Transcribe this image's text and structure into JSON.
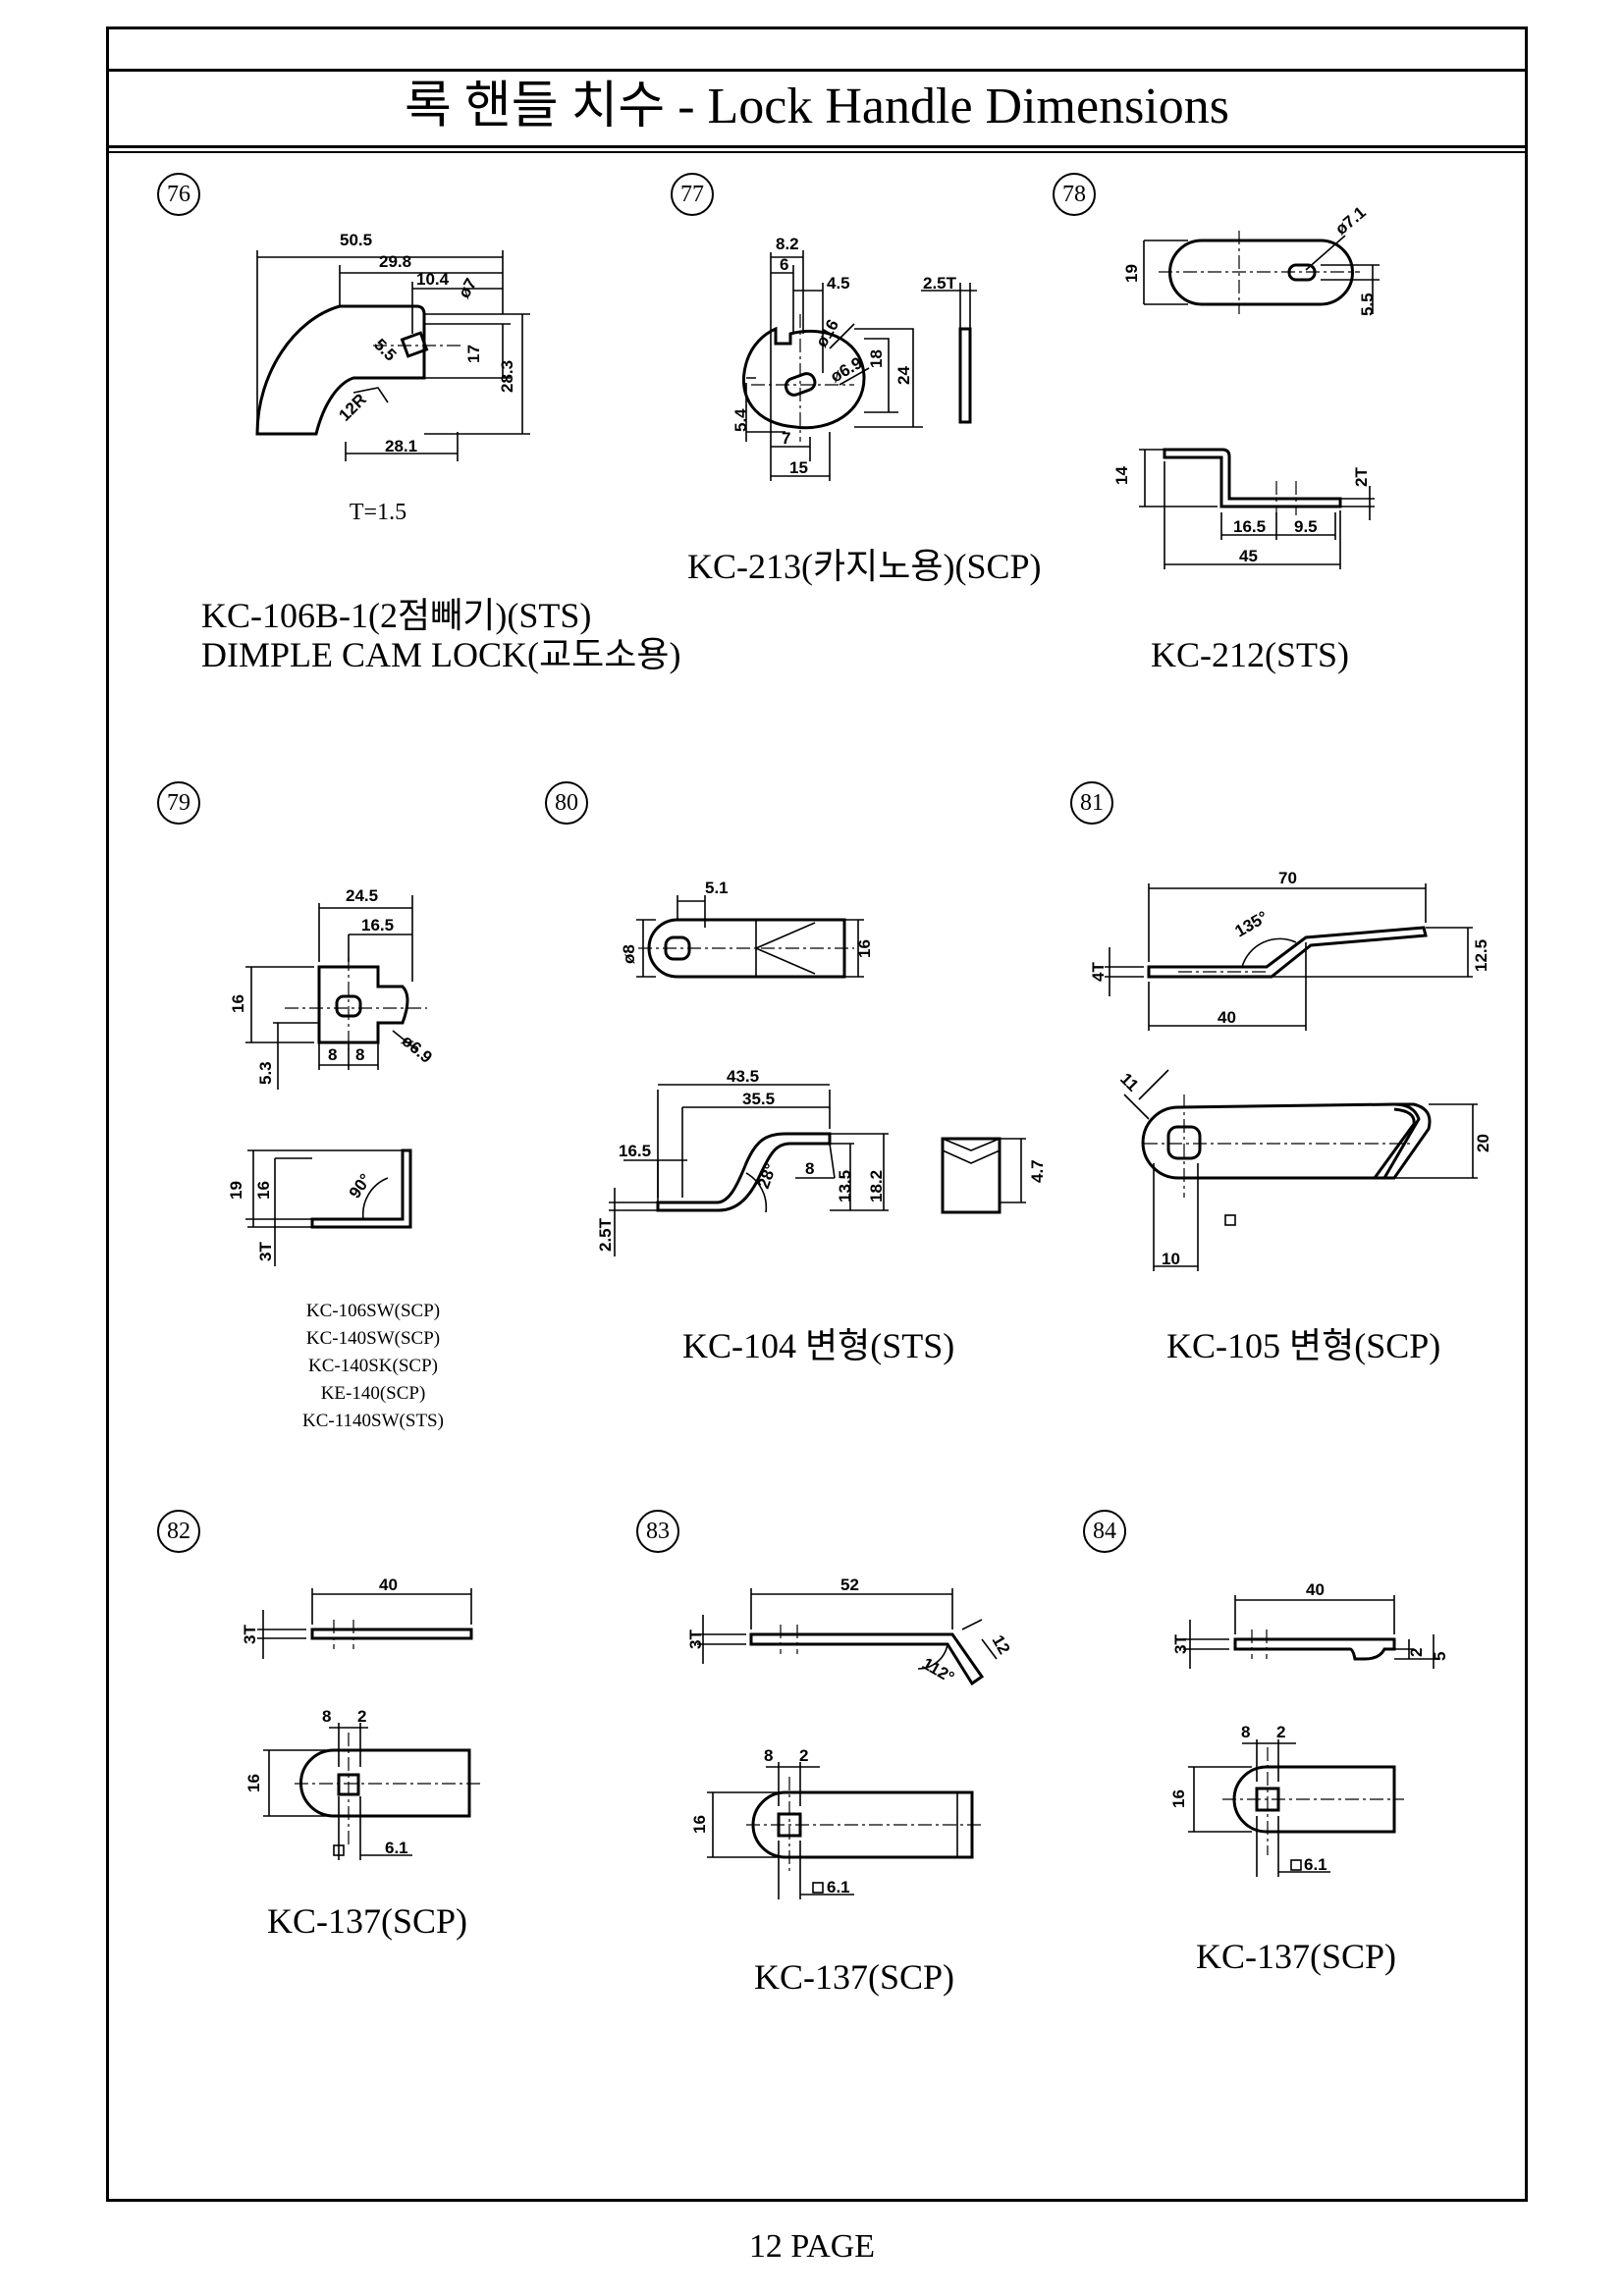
{
  "title": "록 핸들 치수 - Lock Handle Dimensions",
  "footer": "12 PAGE",
  "items": [
    {
      "num": "76",
      "caption": "KC-106B-1(2점빼기)(STS)",
      "caption2": "DIMPLE CAM LOCK(교도소용)",
      "note": "T=1.5",
      "dims": [
        "50.5",
        "29.8",
        "10.4",
        "ø7",
        "5.5",
        "17",
        "28.3",
        "12R",
        "28.1"
      ]
    },
    {
      "num": "77",
      "caption": "KC-213(카지노용)(SCP)",
      "dims": [
        "8.2",
        "6",
        "4.5",
        "2.5T",
        "ø16",
        "ø6.9",
        "18",
        "24",
        "5.4",
        "7",
        "15"
      ]
    },
    {
      "num": "78",
      "caption": "KC-212(STS)",
      "dims": [
        "19",
        "ø7.1",
        "5.5",
        "14",
        "2T",
        "16.5",
        "9.5",
        "45"
      ]
    },
    {
      "num": "79",
      "caption_lines": [
        "KC-106SW(SCP)",
        "KC-140SW(SCP)",
        "KC-140SK(SCP)",
        "KE-140(SCP)",
        "KC-1140SW(STS)"
      ],
      "dims": [
        "24.5",
        "16.5",
        "16",
        "ø6.9",
        "8",
        "8",
        "5.3",
        "19",
        "16",
        "90°",
        "3T"
      ]
    },
    {
      "num": "80",
      "caption": "KC-104 변형(STS)",
      "dims": [
        "5.1",
        "ø8",
        "16",
        "43.5",
        "35.5",
        "16.5",
        "8",
        "13.5",
        "18.2",
        "4.7",
        "2.5T",
        "28°"
      ]
    },
    {
      "num": "81",
      "caption": "KC-105 변형(SCP)",
      "dims": [
        "70",
        "135°",
        "4T",
        "12.5",
        "40",
        "11",
        "20",
        "10"
      ]
    },
    {
      "num": "82",
      "caption": "KC-137(SCP)",
      "dims": [
        "3T",
        "40",
        "8",
        "2",
        "16",
        "6.1"
      ]
    },
    {
      "num": "83",
      "caption": "KC-137(SCP)",
      "dims": [
        "3T",
        "52",
        "12",
        "112°",
        "8",
        "2",
        "16",
        "6.1"
      ]
    },
    {
      "num": "84",
      "caption": "KC-137(SCP)",
      "dims": [
        "3T",
        "40",
        "2",
        "5",
        "8",
        "2",
        "16",
        "6.1"
      ]
    }
  ]
}
